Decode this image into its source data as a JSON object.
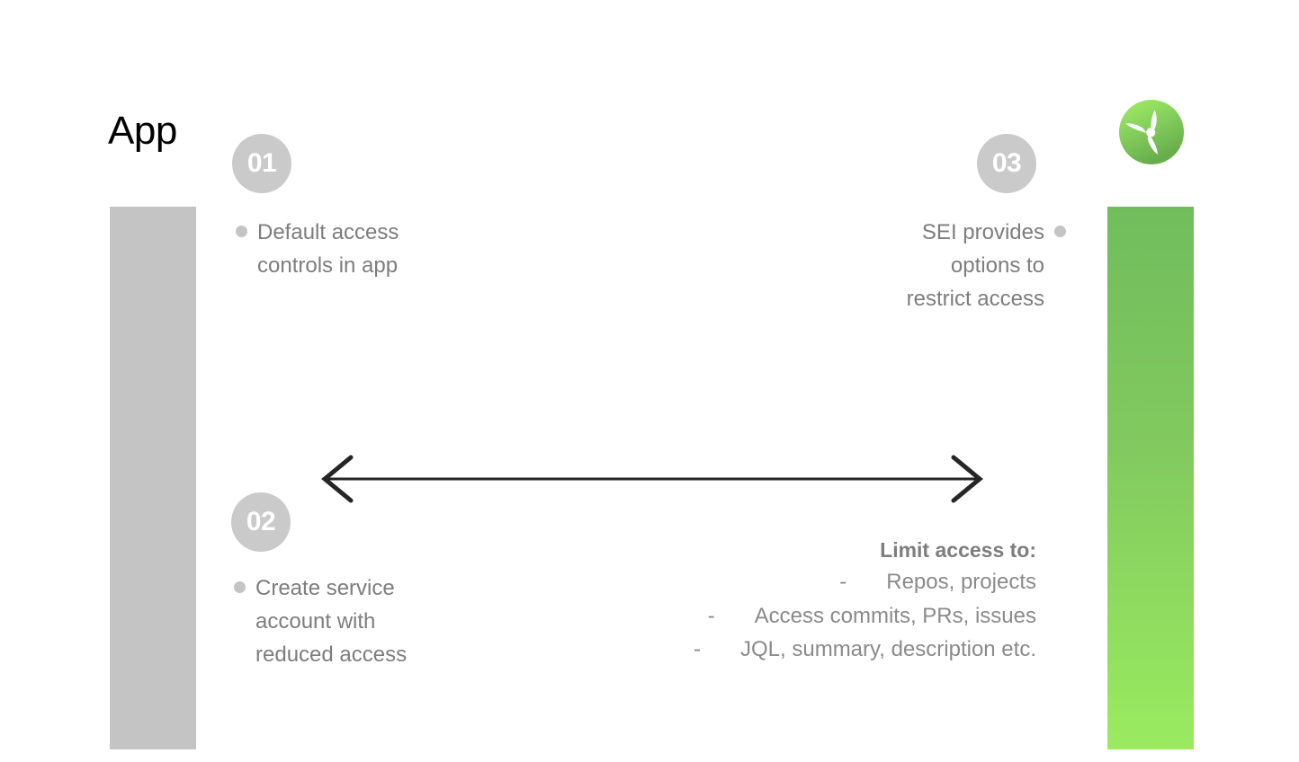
{
  "page": {
    "title": "App",
    "background_color": "#ffffff"
  },
  "colors": {
    "bar_grey": "#c4c4c4",
    "bar_green_top": "#71bd5d",
    "bar_green_bottom": "#9aeb60",
    "badge_grey": "#cacaca",
    "text_grey": "#7d7d7d",
    "bullet_grey": "#c4c4c4",
    "arrow_black": "#262626",
    "title_black": "#000000"
  },
  "bars": {
    "left": {
      "name": "app-column-bar",
      "color": "#c4c4c4"
    },
    "right": {
      "name": "sei-column-bar",
      "gradient_from": "#71bd5d",
      "gradient_to": "#9aeb60"
    }
  },
  "steps": [
    {
      "number": "01",
      "align": "left",
      "lines": [
        "Default access",
        "controls in app"
      ]
    },
    {
      "number": "02",
      "align": "left",
      "lines": [
        "Create service",
        "account with",
        "reduced access"
      ]
    },
    {
      "number": "03",
      "align": "right",
      "lines": [
        "SEI provides",
        "options to",
        "restrict access"
      ]
    }
  ],
  "arrow": {
    "name": "bidirectional-arrow",
    "direction": "both",
    "color": "#262626"
  },
  "limit_access": {
    "title": "Limit access to:",
    "dash": "-",
    "items": [
      "Repos, projects",
      "Access commits, PRs, issues",
      "JQL, summary, description etc."
    ]
  },
  "logo": {
    "name": "sei-propeller-logo",
    "circle_gradient_from": "#9ae85f",
    "circle_gradient_to": "#6ab34f",
    "blade_color": "#ffffff"
  }
}
